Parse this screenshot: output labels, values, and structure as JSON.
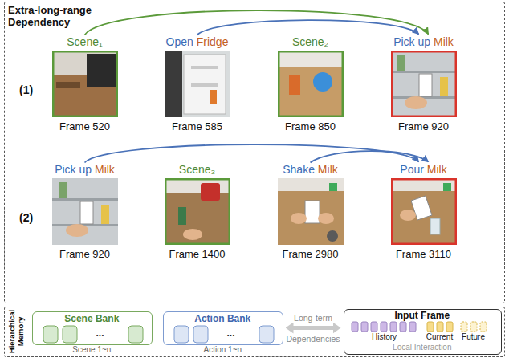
{
  "diagram": {
    "nodes": [
      {
        "text": [
          "Extra-long-range Dependency"
        ]
      },
      {
        "text": [
          "Scene₁",
          "Frame 520"
        ],
        "in": 0
      },
      {
        "text": [
          "Open",
          "Fridge",
          "Frame 585"
        ],
        "in": 0
      },
      {
        "text": [
          "Scene₂",
          "Frame 850"
        ],
        "in": 0
      },
      {
        "text": [
          "Pick up",
          "Milk",
          "Frame 920"
        ],
        "in": 0
      },
      {
        "text": [
          "Pick up",
          "Milk",
          "Frame 920"
        ],
        "in": 0
      },
      {
        "text": [
          "Scene₃",
          "Frame 1400"
        ],
        "in": 0
      },
      {
        "text": [
          "Shake",
          "Milk",
          "Frame 2980"
        ],
        "in": 0
      },
      {
        "text": [
          "Pour",
          "Milk",
          "Frame 3110"
        ],
        "in": 0
      },
      {
        "text": [
          "Hierarchical Memory"
        ]
      },
      {
        "text": [
          "Scene Bank",
          "...",
          "Scene 1~n"
        ],
        "in": 9
      },
      {
        "text": [
          "Action Bank",
          "...",
          "Action 1~n"
        ],
        "in": 9
      },
      {
        "text": [
          "Input Frame",
          "History",
          "Current",
          "Future",
          "Local Interaction"
        ],
        "in": 9
      }
    ],
    "edges": [
      {
        "from": 1,
        "to": 4,
        "arrow": "to"
      },
      {
        "from": 2,
        "to": 4,
        "arrow": "to"
      },
      {
        "from": 5,
        "to": 8,
        "arrow": "to"
      },
      {
        "from": 7,
        "to": 8,
        "arrow": "to"
      },
      {
        "from": 11,
        "to": 12,
        "label": "Long-term Dependencies",
        "arrow": "both"
      }
    ],
    "labels": [
      "(1)",
      "(2)"
    ]
  }
}
